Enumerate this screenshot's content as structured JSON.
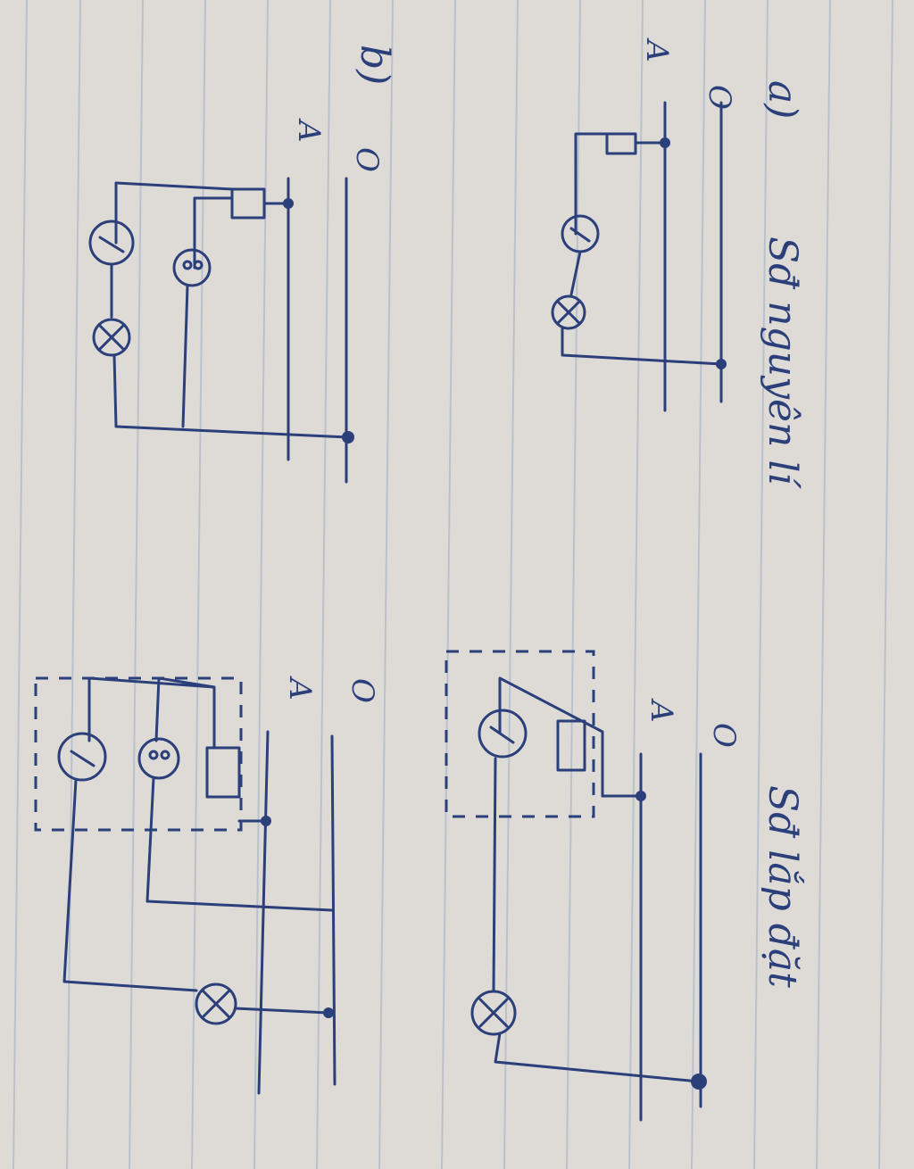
{
  "page": {
    "heading_a": "a)",
    "heading_b": "b)",
    "title_left": "Sđ nguyên lí",
    "title_right": "Sđ lắp đặt",
    "label_O": "O",
    "label_A": "A"
  },
  "colors": {
    "ink": "#2b3f7a",
    "paper": "#dedbd6",
    "rule": "#b9c2cc"
  },
  "symbols": [
    "fuse-icon",
    "switch-icon",
    "lamp-icon",
    "socket-icon"
  ]
}
